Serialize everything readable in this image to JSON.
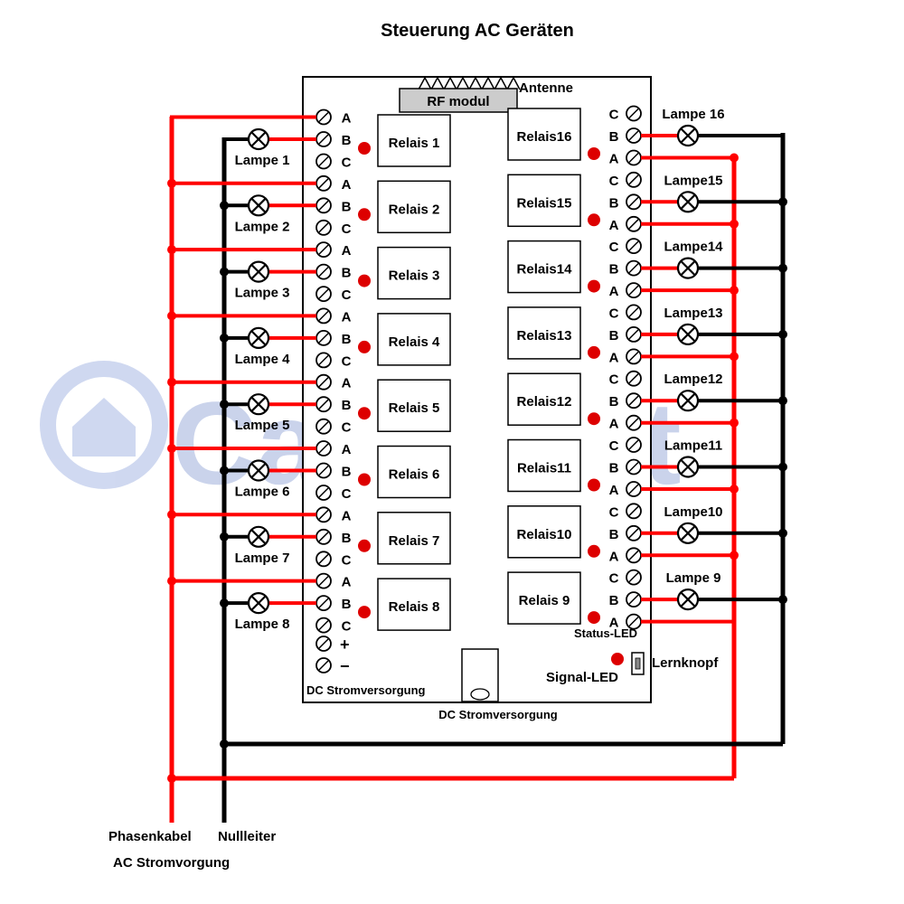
{
  "title": "Steuerung AC Geräten",
  "board": {
    "antenna_label": "Antenne",
    "rf_module_label": "RF modul",
    "relays_left": [
      "Relais 1",
      "Relais 2",
      "Relais 3",
      "Relais 4",
      "Relais 5",
      "Relais 6",
      "Relais 7",
      "Relais 8"
    ],
    "relays_right": [
      "Relais16",
      "Relais15",
      "Relais14",
      "Relais13",
      "Relais12",
      "Relais11",
      "Relais10",
      "Relais 9"
    ],
    "terminal_order_left": [
      "A",
      "B",
      "C"
    ],
    "terminal_order_right": [
      "C",
      "B",
      "A"
    ],
    "dc_plus": "+",
    "dc_minus": "−",
    "dc_terminal_label": "DC Stromversorgung",
    "dc_jack_label": "DC Stromversorgung",
    "status_led_label": "Status-LED",
    "signal_led_label": "Signal-LED",
    "learn_button_label": "Lernknopf"
  },
  "lamps_left": [
    "Lampe 1",
    "Lampe 2",
    "Lampe 3",
    "Lampe 4",
    "Lampe 5",
    "Lampe 6",
    "Lampe 7",
    "Lampe 8"
  ],
  "lamps_right": [
    "Lampe 16",
    "Lampe15",
    "Lampe14",
    "Lampe13",
    "Lampe12",
    "Lampe11",
    "Lampe10",
    "Lampe 9"
  ],
  "wiring": {
    "phase_label": "Phasenkabel",
    "neutral_label": "Nullleiter",
    "ac_supply_label": "AC Stromvorgung",
    "phase_color": "#ff0000",
    "neutral_color": "#000000",
    "led_color": "#dd0000"
  },
  "watermark": "CaryMart"
}
